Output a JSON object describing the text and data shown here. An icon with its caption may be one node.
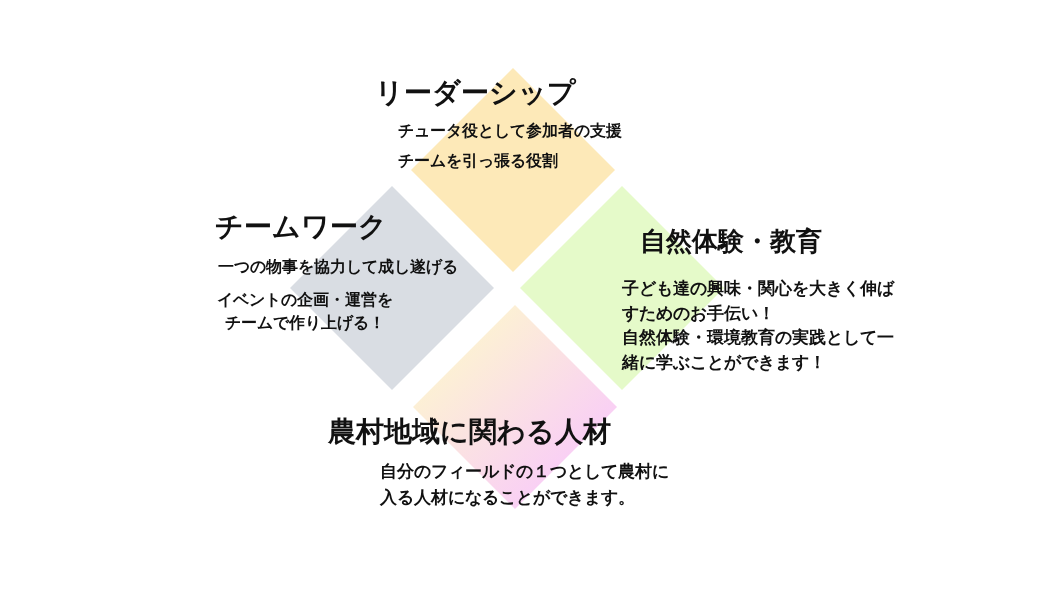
{
  "diagram": {
    "nodes": [
      {
        "text": [
          "リーダーシップ",
          "チュータ役として参加者の支援",
          "チームを引っ張る役割"
        ]
      },
      {
        "text": [
          "チームワーク",
          "一つの物事を協力して成し遂げる",
          "イベントの企画・運営をチームで作り上げる！"
        ]
      },
      {
        "text": [
          "自然体験・教育",
          "子ども達の興味・関心を大きく伸ばすためのお手伝い！",
          "自然体験・環境教育の実践として一緒に学ぶことができます！"
        ]
      },
      {
        "text": [
          "農村地域に関わる人材",
          "自分のフィールドの１つとして農村に入る人材になることができます。"
        ]
      }
    ]
  }
}
